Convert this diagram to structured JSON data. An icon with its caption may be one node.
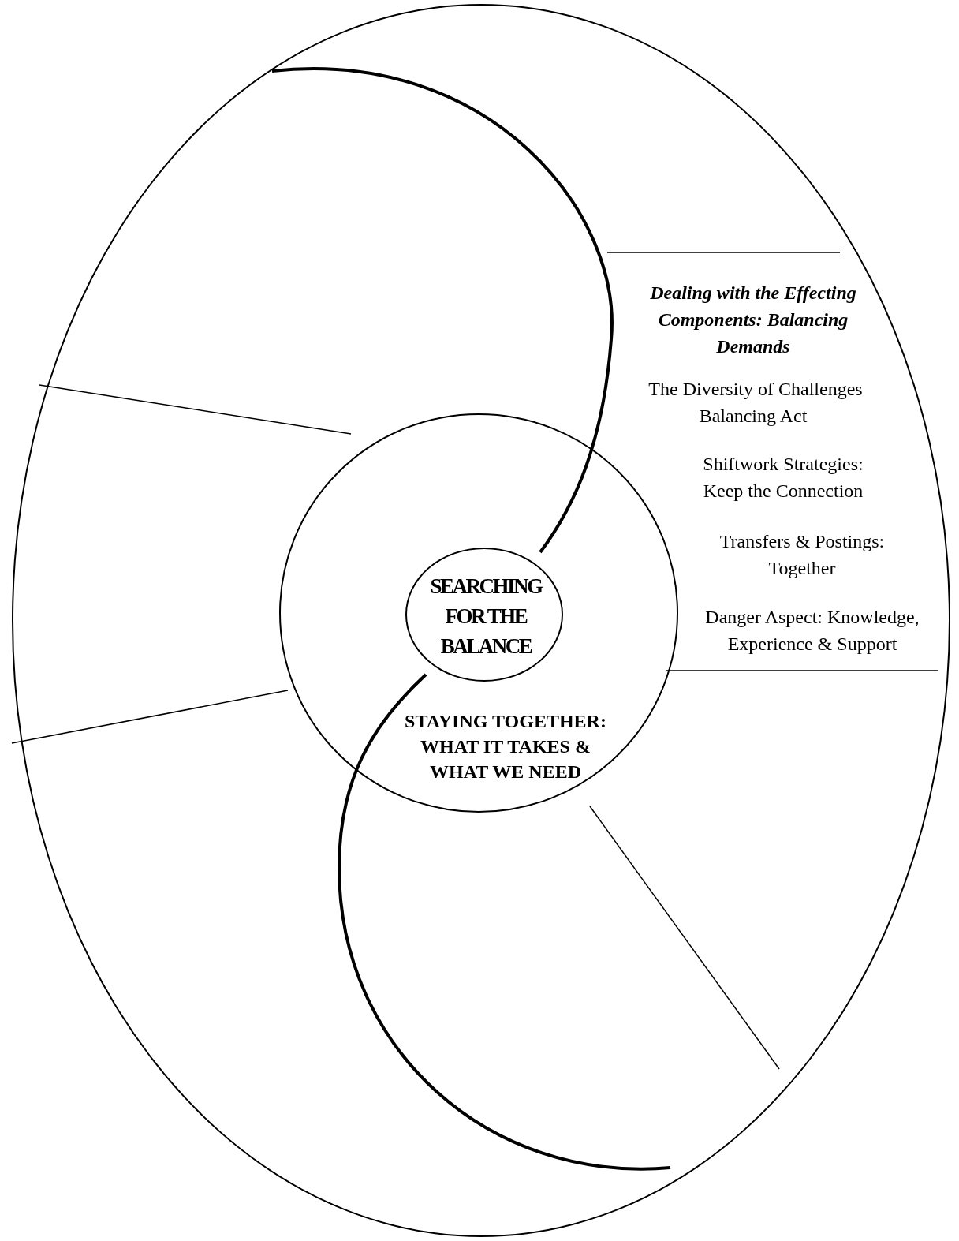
{
  "diagram": {
    "nodes": [
      {
        "text": [],
        "shape": "ellipse"
      },
      {
        "text": [
          "STAYING TOGETHER: WHAT IT TAKES & WHAT WE NEED"
        ],
        "in": 0
      },
      {
        "text": [
          "SEARCHING FOR THE BALANCE"
        ],
        "in": 1
      }
    ],
    "edges": [],
    "labels": [
      "Dealing with the Effecting Components: Balancing Demands",
      "The Diversity of Challenges",
      "Balancing Act",
      "Shiftwork Strategies: Keep the Connection",
      "Transfers & Postings: Together",
      "Danger Aspect:  Knowledge, Experience & Support"
    ]
  }
}
